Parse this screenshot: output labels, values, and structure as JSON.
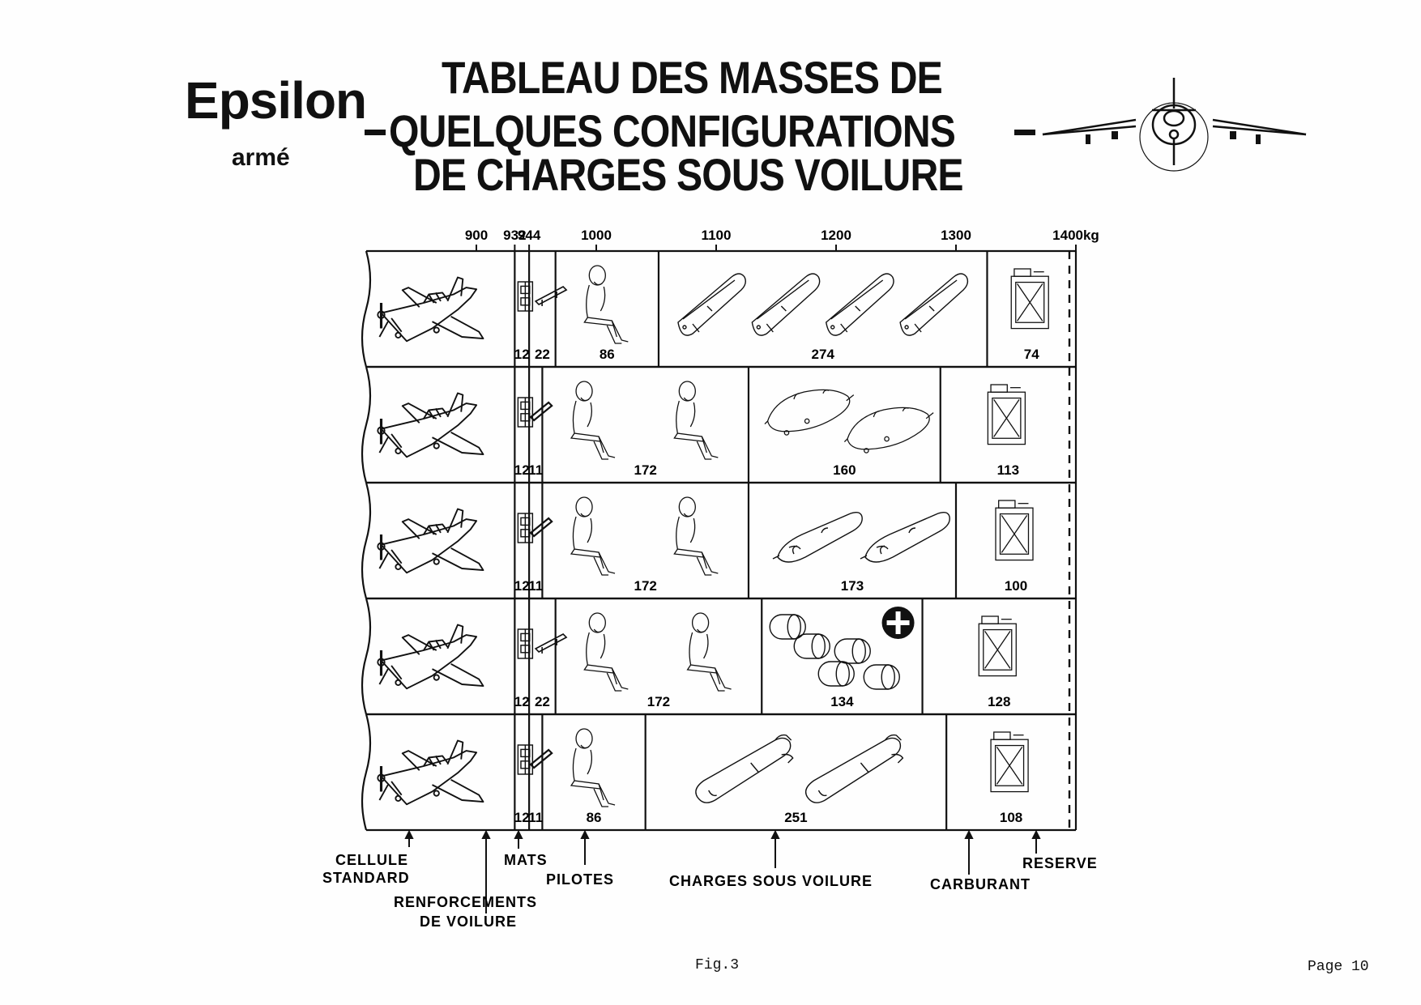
{
  "header": {
    "brand": "Epsilon",
    "brand_sub": "armé",
    "title_lines": [
      "TABLEAU DES MASSES DE",
      "QUELQUES CONFIGURATIONS",
      "DE CHARGES SOUS VOILURE"
    ]
  },
  "axis": {
    "ticks": [
      900,
      932,
      944,
      1000,
      1100,
      1200,
      1300,
      1400
    ],
    "tick_labels": [
      "900",
      "932",
      "944",
      "1000",
      "1100",
      "1200",
      "1300",
      "1400kg"
    ],
    "unit": "kg",
    "reserve_limit": 1400
  },
  "configurations": [
    {
      "renforcements": 12,
      "mats": 22,
      "pilotes": 86,
      "charges": 274,
      "carburant": 74,
      "charge_icon": "rocket-pods",
      "pilot_count": 1
    },
    {
      "renforcements": 12,
      "mats": 11,
      "pilotes": 172,
      "charges": 160,
      "carburant": 113,
      "charge_icon": "gun-pods",
      "pilot_count": 2
    },
    {
      "renforcements": 12,
      "mats": 11,
      "pilotes": 172,
      "charges": 173,
      "carburant": 100,
      "charge_icon": "rocket-launchers",
      "pilot_count": 2
    },
    {
      "renforcements": 12,
      "mats": 22,
      "pilotes": 172,
      "charges": 134,
      "carburant": 128,
      "charge_icon": "medical-containers",
      "pilot_count": 2
    },
    {
      "renforcements": 12,
      "mats": 11,
      "pilotes": 86,
      "charges": 251,
      "carburant": 108,
      "charge_icon": "bombs",
      "pilot_count": 1
    }
  ],
  "legend": {
    "cellule": [
      "CELLULE",
      "STANDARD"
    ],
    "renforcements": [
      "RENFORCEMENTS",
      "DE VOILURE"
    ],
    "mats": "MATS",
    "pilotes": "PILOTES",
    "charges": "CHARGES SOUS VOILURE",
    "carburant": "CARBURANT",
    "reserve": "RESERVE"
  },
  "footer": {
    "figure": "Fig.3",
    "page": "Page 10"
  },
  "icons": [
    "airplane-icon",
    "reinforcement-icon",
    "mast-icon",
    "pilot-icon",
    "rocket-pod-icon",
    "gun-pod-icon",
    "bomb-icon",
    "medical-container-icon",
    "red-cross-icon",
    "jerrycan-icon"
  ]
}
